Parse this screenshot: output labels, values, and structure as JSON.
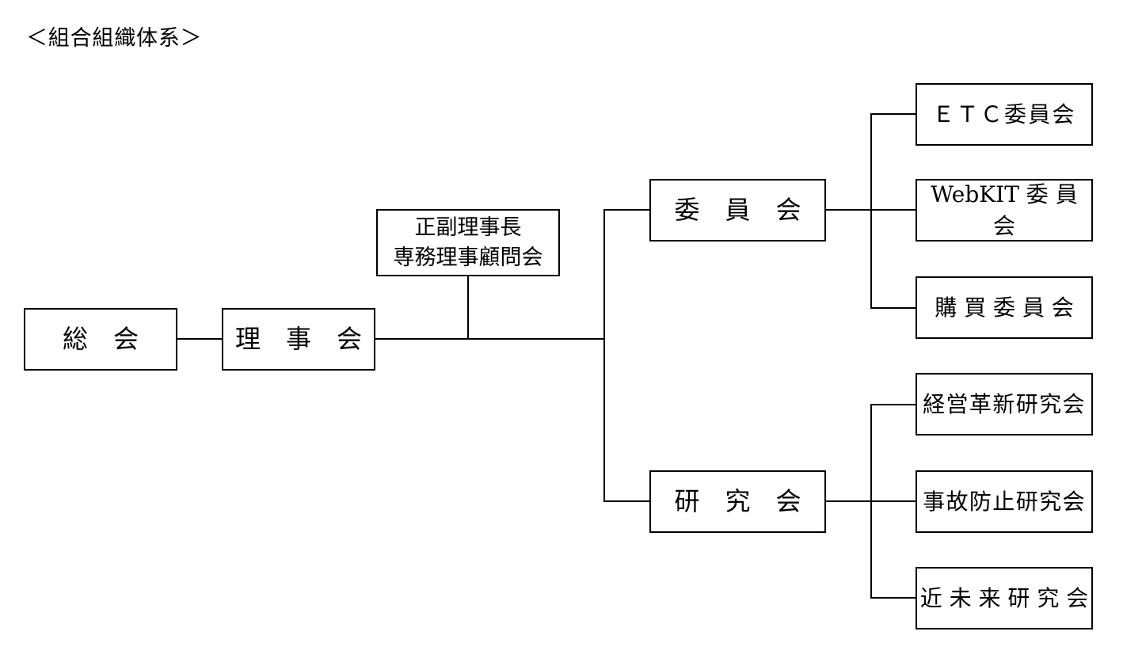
{
  "title": "＜組合組織体系＞",
  "line_color": "#000000",
  "box_background": "#ffffff",
  "diagram": {
    "nodes": {
      "general_meeting": {
        "label": "総　会"
      },
      "board": {
        "label": "理　事　会"
      },
      "advisors": {
        "label": "正副理事長\n専務理事顧問会"
      },
      "committees": {
        "label": "委　員　会"
      },
      "study_groups": {
        "label": "研　究　会"
      },
      "etc_committee": {
        "label": "ＥＴＣ委員会"
      },
      "webkit_committee": {
        "label": "WebKIT 委 員 会"
      },
      "purchasing_committee": {
        "label": "購 買 委 員 会"
      },
      "management_innovation": {
        "label": "経営革新研究会"
      },
      "accident_prevention": {
        "label": "事故防止研究会"
      },
      "near_future": {
        "label": "近 未 来 研 究 会"
      }
    },
    "edges": [
      [
        "general_meeting",
        "board"
      ],
      [
        "board",
        "advisors"
      ],
      [
        "board",
        "committees"
      ],
      [
        "board",
        "study_groups"
      ],
      [
        "committees",
        "etc_committee"
      ],
      [
        "committees",
        "webkit_committee"
      ],
      [
        "committees",
        "purchasing_committee"
      ],
      [
        "study_groups",
        "management_innovation"
      ],
      [
        "study_groups",
        "accident_prevention"
      ],
      [
        "study_groups",
        "near_future"
      ]
    ]
  }
}
